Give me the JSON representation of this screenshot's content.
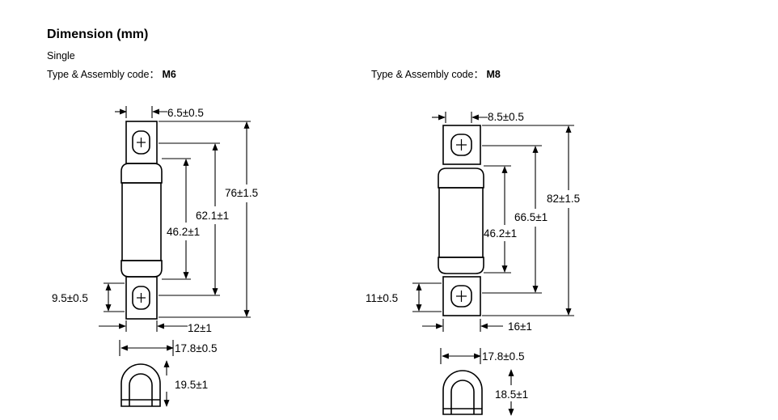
{
  "header": {
    "title": "Dimension (mm)",
    "single_label": "Single",
    "type_label": "Type & Assembly code：",
    "left_code": "M6",
    "right_code": "M8"
  },
  "left": {
    "tab_width": "6.5±0.5",
    "overall": "76±1.5",
    "hole_span": "62.1±1",
    "body_length": "46.2±1",
    "tab_height": "9.5±0.5",
    "tab_offset": "12±1",
    "diameter": "17.8±0.5",
    "end_height": "19.5±1"
  },
  "right": {
    "tab_width": "8.5±0.5",
    "overall": "82±1.5",
    "hole_span": "66.5±1",
    "body_length": "46.2±1",
    "tab_height": "11±0.5",
    "tab_offset": "16±1",
    "diameter": "17.8±0.5",
    "end_height": "18.5±1"
  }
}
